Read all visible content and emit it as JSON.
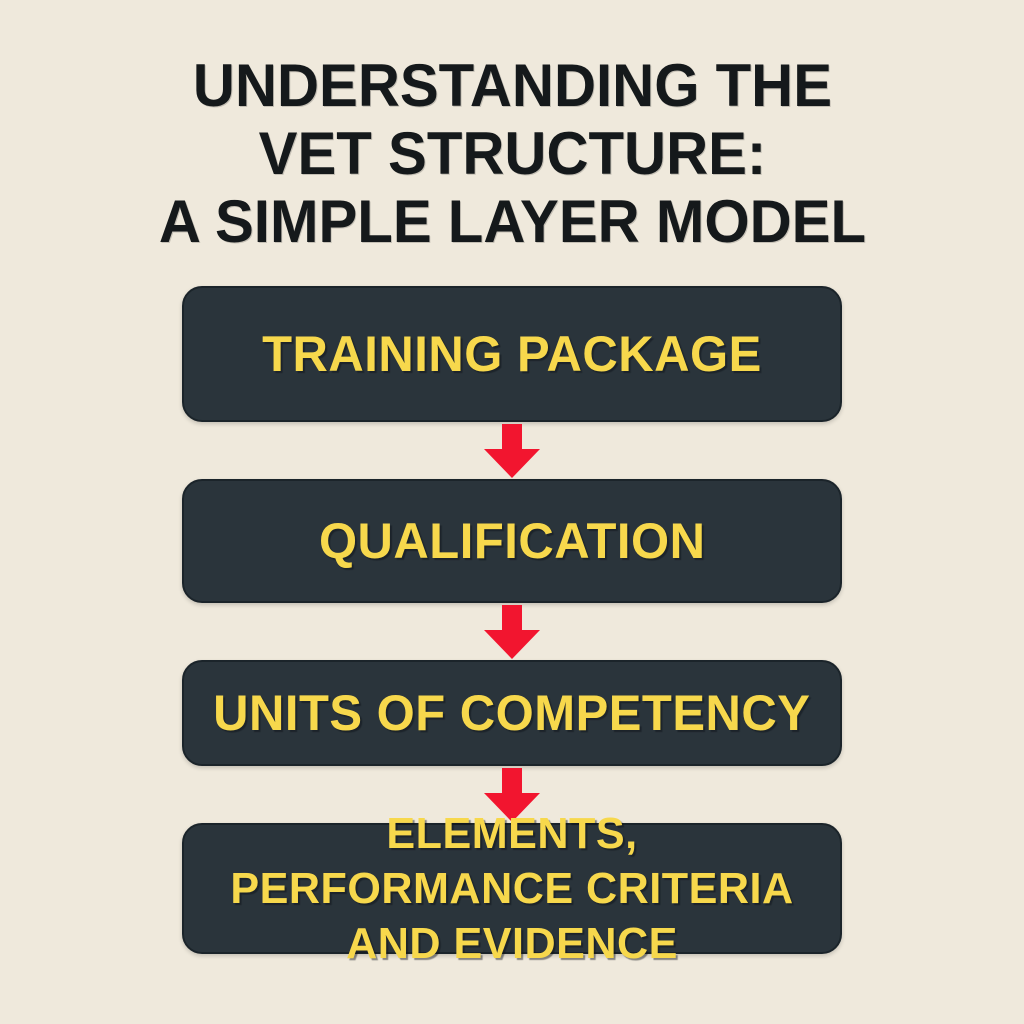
{
  "title": {
    "line1": "UNDERSTANDING THE",
    "line2": "VET STRUCTURE:",
    "line3": "A SIMPLE LAYER MODEL"
  },
  "diagram": {
    "type": "vertical-flow",
    "layers": [
      {
        "label": "TRAINING PACKAGE"
      },
      {
        "label": "QUALIFICATION"
      },
      {
        "label": "UNITS OF COMPETENCY"
      },
      {
        "label": "ELEMENTS, PERFORMANCE CRITERIA AND EVIDENCE"
      }
    ],
    "connector": "down-arrow"
  },
  "colors": {
    "background": "#efe9dc",
    "title_text": "#15191b",
    "box_fill": "#2a343b",
    "box_text": "#f7d84c",
    "arrow": "#f2152f"
  }
}
